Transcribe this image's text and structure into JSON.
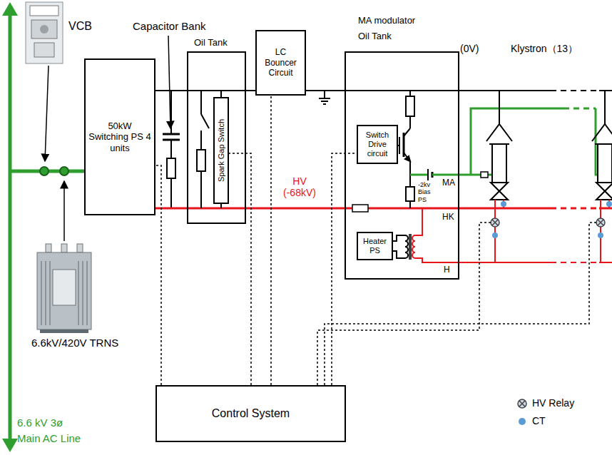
{
  "diagram": {
    "nodes": [
      {
        "text": [
          "50kW Switching PS 4 units"
        ]
      },
      {
        "text": [
          "Oil Tank"
        ]
      },
      {
        "text": [
          "Spark Gap Switch"
        ],
        "in": 1
      },
      {
        "text": [
          "LC Bouncer Circuit"
        ]
      },
      {
        "text": [
          "MA modulator Oil Tank"
        ]
      },
      {
        "text": [
          "Switch Drive circuit"
        ],
        "in": 4
      },
      {
        "text": [
          "Heater PS"
        ],
        "in": 4
      },
      {
        "text": [
          "Control System"
        ]
      }
    ],
    "edges": [
      {
        "from": 0,
        "to": 1,
        "arrow": "none"
      },
      {
        "from": 0,
        "to": 1,
        "arrow": "none"
      },
      {
        "from": 1,
        "to": 3,
        "arrow": "none"
      },
      {
        "from": 3,
        "to": 4,
        "arrow": "none"
      },
      {
        "from": 1,
        "to": 4,
        "arrow": "none"
      },
      {
        "from": 7,
        "to": 0,
        "arrow": "none"
      },
      {
        "from": 7,
        "to": 2,
        "arrow": "none"
      },
      {
        "from": 7,
        "to": 3,
        "arrow": "none"
      },
      {
        "from": 7,
        "to": 5,
        "arrow": "none"
      }
    ],
    "labels": [
      "VCB",
      "Capacitor Bank",
      "HV (-68kV)",
      "(0V)",
      "Klystron（13）",
      "-2kv Bias PS",
      "MA",
      "HK",
      "H",
      "6.6kV/420V TRNS",
      "6.6 kV 3ø",
      "Main AC Line"
    ],
    "legend": [
      {
        "text": "HV Relay"
      },
      {
        "text": "CT"
      }
    ]
  }
}
